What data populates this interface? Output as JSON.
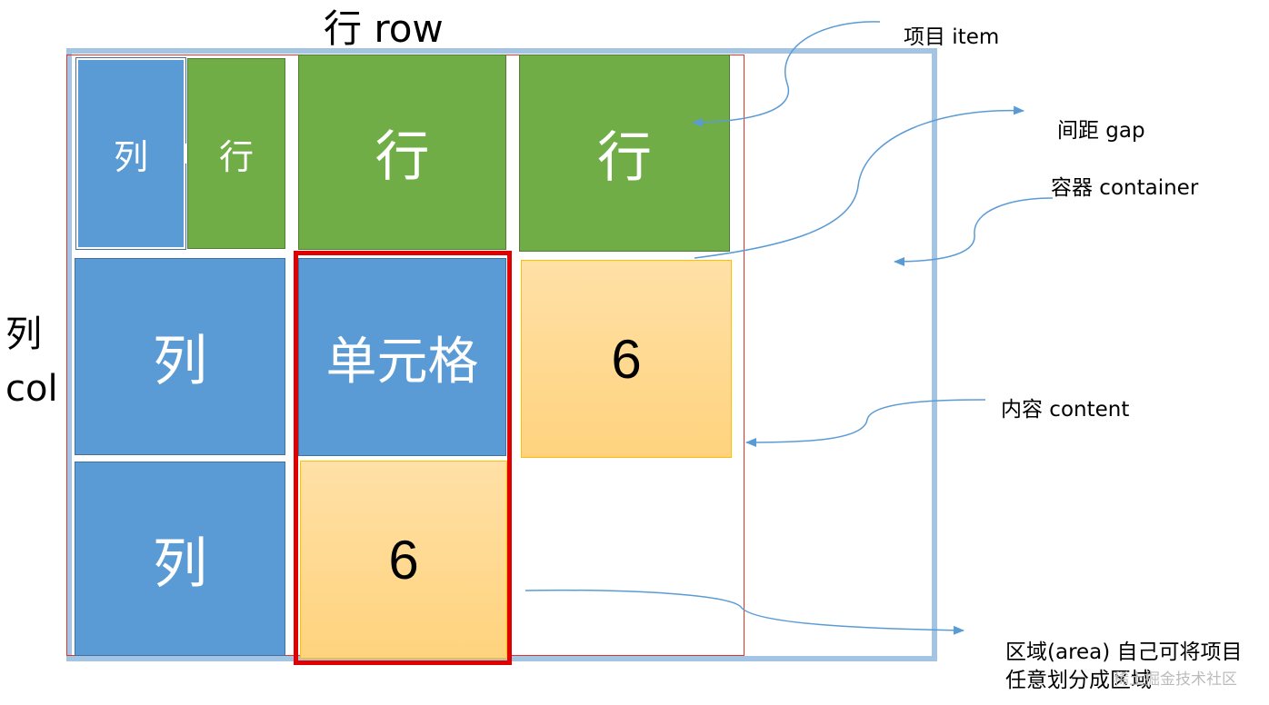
{
  "axes": {
    "row_label": "行 row",
    "col_label_line1": "列",
    "col_label_line2": "col"
  },
  "cells": {
    "r1c1_a": "列",
    "r1c1_b": "行",
    "r1c2": "行",
    "r1c3": "行",
    "r2c1": "列",
    "r2c2": "单元格",
    "r2c3": "6",
    "r3c1": "列",
    "r3c2": "6"
  },
  "annotations": {
    "item": "项目 item",
    "gap": "间距 gap",
    "container": "容器 container",
    "content": "内容 content",
    "area_line1": "区域(area) 自己可将项目",
    "area_line2": "任意划分成区域"
  },
  "watermark": "稀土掘金技术社区",
  "colors": {
    "blue": "#5b9bd5",
    "green": "#70ad47",
    "orange": "#ffd37e",
    "container_border": "#a4c4e4",
    "content_border": "#e4322b",
    "area_border": "#e00000",
    "arrow": "#5b9bd5"
  }
}
